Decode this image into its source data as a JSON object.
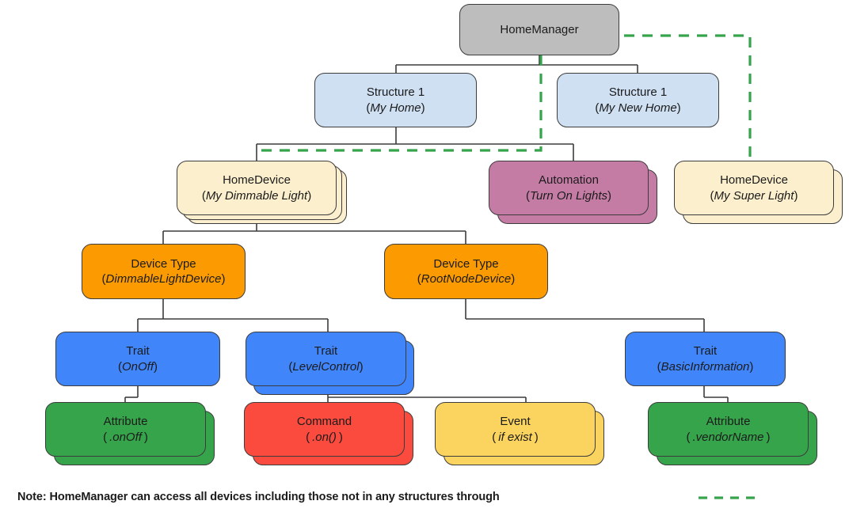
{
  "diagram": {
    "title": "Google Home device data model hierarchy",
    "colors": {
      "gray": "#bdbdbd",
      "light_blue": "#cfe0f3",
      "cream": "#fcefcd",
      "mauve": "#c47ca5",
      "orange": "#fb9a01",
      "blue": "#4086fa",
      "green": "#36a44b",
      "red": "#fa4b3e",
      "yellow": "#fbd košice"
    },
    "palette": {
      "gray": "#bdbdbd",
      "light_blue": "#cfe0f3",
      "cream": "#fcefcd",
      "mauve": "#c47ca5",
      "orange": "#fb9a01",
      "blue": "#4086fa",
      "green": "#36a44b",
      "red": "#fa4b3e",
      "yellow": "#fbd45f",
      "stroke": "#3c3c3c",
      "dashed_green": "#36a44b"
    },
    "nodes": [
      {
        "id": "home-manager",
        "type": "HomeManager",
        "label": "HomeManager",
        "sub": "",
        "color": "gray"
      },
      {
        "id": "structure-1",
        "type": "Structure",
        "label": "Structure 1",
        "sub": "(My Home)",
        "color": "light_blue"
      },
      {
        "id": "structure-2",
        "type": "Structure",
        "label": "Structure 1",
        "sub": "(My New Home)",
        "color": "light_blue"
      },
      {
        "id": "home-device-1",
        "type": "HomeDevice",
        "label": "HomeDevice",
        "sub": "(My Dimmable Light)",
        "color": "cream"
      },
      {
        "id": "automation",
        "type": "Automation",
        "label": "Automation",
        "sub": "(Turn On Lights)",
        "color": "mauve"
      },
      {
        "id": "home-device-2",
        "type": "HomeDevice",
        "label": "HomeDevice",
        "sub": "(My Super Light)",
        "color": "cream"
      },
      {
        "id": "device-type-1",
        "type": "DeviceType",
        "label": "Device Type",
        "sub": "(DimmableLightDevice)",
        "color": "orange"
      },
      {
        "id": "device-type-2",
        "type": "DeviceType",
        "label": "Device Type",
        "sub": "(RootNodeDevice)",
        "color": "orange"
      },
      {
        "id": "trait-onoff",
        "type": "Trait",
        "label": "Trait",
        "sub": "(OnOff)",
        "color": "blue"
      },
      {
        "id": "trait-level",
        "type": "Trait",
        "label": "Trait",
        "sub": "(LevelControl)",
        "color": "blue"
      },
      {
        "id": "trait-basicinfo",
        "type": "Trait",
        "label": "Trait",
        "sub": "(BasicInformation)",
        "color": "blue"
      },
      {
        "id": "attribute-onoff",
        "type": "Attribute",
        "label": "Attribute",
        "sub": "( .onOff )",
        "color": "green"
      },
      {
        "id": "command-on",
        "type": "Command",
        "label": "Command",
        "sub": "( .on() )",
        "color": "red"
      },
      {
        "id": "event-ifexist",
        "type": "Event",
        "label": "Event",
        "sub": "( if exist )",
        "color": "yellow"
      },
      {
        "id": "attribute-vendor",
        "type": "Attribute",
        "label": "Attribute",
        "sub": "( .vendorName )",
        "color": "green"
      }
    ],
    "note": {
      "text": "Note: HomeManager can access all devices including those not in any structures through",
      "legend_style": "green-dashed-line"
    }
  }
}
